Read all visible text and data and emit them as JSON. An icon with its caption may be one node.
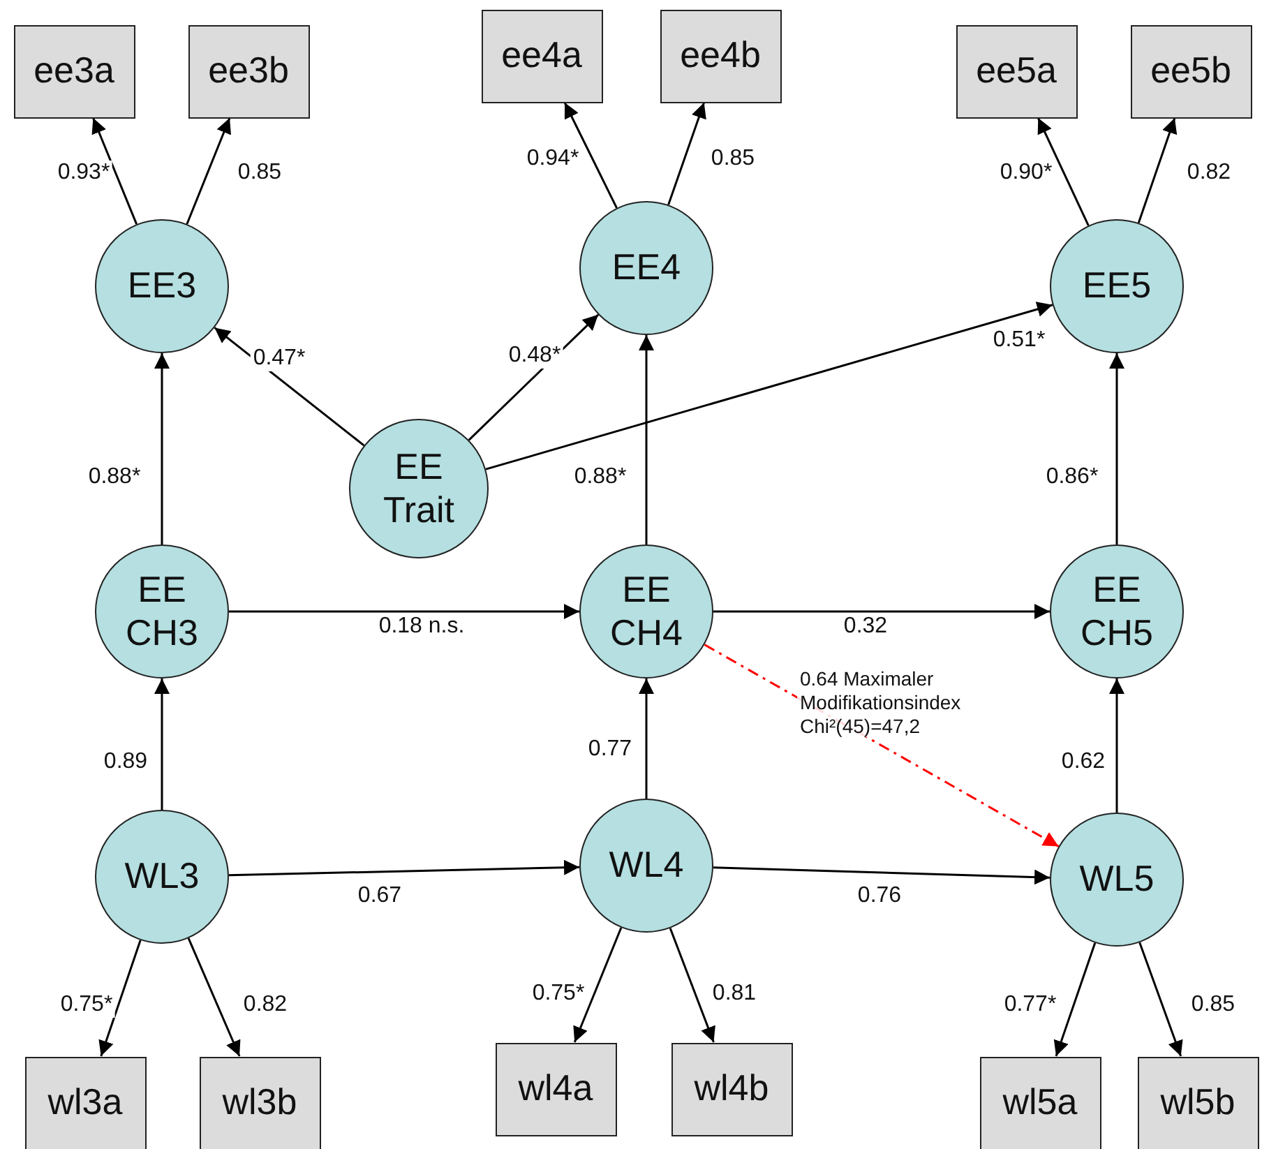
{
  "diagram": {
    "nodes": [
      {
        "text": [
          "ee3a"
        ]
      },
      {
        "text": [
          "ee3b"
        ]
      },
      {
        "text": [
          "ee4a"
        ]
      },
      {
        "text": [
          "ee4b"
        ]
      },
      {
        "text": [
          "ee5a"
        ]
      },
      {
        "text": [
          "ee5b"
        ]
      },
      {
        "text": [
          "EE3"
        ]
      },
      {
        "text": [
          "EE4"
        ]
      },
      {
        "text": [
          "EE5"
        ]
      },
      {
        "text": [
          "EE Trait"
        ]
      },
      {
        "text": [
          "EE CH3"
        ]
      },
      {
        "text": [
          "EE CH4"
        ]
      },
      {
        "text": [
          "EE CH5"
        ]
      },
      {
        "text": [
          "WL3"
        ]
      },
      {
        "text": [
          "WL4"
        ]
      },
      {
        "text": [
          "WL5"
        ]
      },
      {
        "text": [
          "wl3a"
        ]
      },
      {
        "text": [
          "wl3b"
        ]
      },
      {
        "text": [
          "wl4a"
        ]
      },
      {
        "text": [
          "wl4b"
        ]
      },
      {
        "text": [
          "wl5a"
        ]
      },
      {
        "text": [
          "wl5b"
        ]
      }
    ],
    "edges": [
      {
        "from": 6,
        "to": 0,
        "arrow": "to",
        "label": "0.93*"
      },
      {
        "from": 6,
        "to": 1,
        "arrow": "to",
        "label": "0.85"
      },
      {
        "from": 7,
        "to": 2,
        "arrow": "to",
        "label": "0.94*"
      },
      {
        "from": 7,
        "to": 3,
        "arrow": "to",
        "label": "0.85"
      },
      {
        "from": 8,
        "to": 4,
        "arrow": "to",
        "label": "0.90*"
      },
      {
        "from": 8,
        "to": 5,
        "arrow": "to",
        "label": "0.82"
      },
      {
        "from": 9,
        "to": 6,
        "arrow": "to",
        "label": "0.47*"
      },
      {
        "from": 9,
        "to": 7,
        "arrow": "to",
        "label": "0.48*"
      },
      {
        "from": 9,
        "to": 8,
        "arrow": "to",
        "label": "0.51*"
      },
      {
        "from": 10,
        "to": 6,
        "arrow": "to",
        "label": "0.88*"
      },
      {
        "from": 11,
        "to": 7,
        "arrow": "to",
        "label": "0.88*"
      },
      {
        "from": 12,
        "to": 8,
        "arrow": "to",
        "label": "0.86*"
      },
      {
        "from": 10,
        "to": 11,
        "arrow": "to",
        "label": "0.18 n.s."
      },
      {
        "from": 11,
        "to": 12,
        "arrow": "to",
        "label": "0.32"
      },
      {
        "from": 13,
        "to": 10,
        "arrow": "to",
        "label": "0.89"
      },
      {
        "from": 14,
        "to": 11,
        "arrow": "to",
        "label": "0.77"
      },
      {
        "from": 15,
        "to": 12,
        "arrow": "to",
        "label": "0.62"
      },
      {
        "from": 13,
        "to": 14,
        "arrow": "to",
        "label": "0.67"
      },
      {
        "from": 14,
        "to": 15,
        "arrow": "to",
        "label": "0.76"
      },
      {
        "from": 11,
        "to": 15,
        "arrow": "to",
        "label": "0.64 Maximaler Modifikationsindex Chi²(45)=47,2",
        "style": "dashed",
        "color": "#ff0000"
      },
      {
        "from": 13,
        "to": 16,
        "arrow": "to",
        "label": "0.75*"
      },
      {
        "from": 13,
        "to": 17,
        "arrow": "to",
        "label": "0.82"
      },
      {
        "from": 14,
        "to": 18,
        "arrow": "to",
        "label": "0.75*"
      },
      {
        "from": 14,
        "to": 19,
        "arrow": "to",
        "label": "0.81"
      },
      {
        "from": 15,
        "to": 20,
        "arrow": "to",
        "label": "0.77*"
      },
      {
        "from": 15,
        "to": 21,
        "arrow": "to",
        "label": "0.85"
      }
    ]
  }
}
